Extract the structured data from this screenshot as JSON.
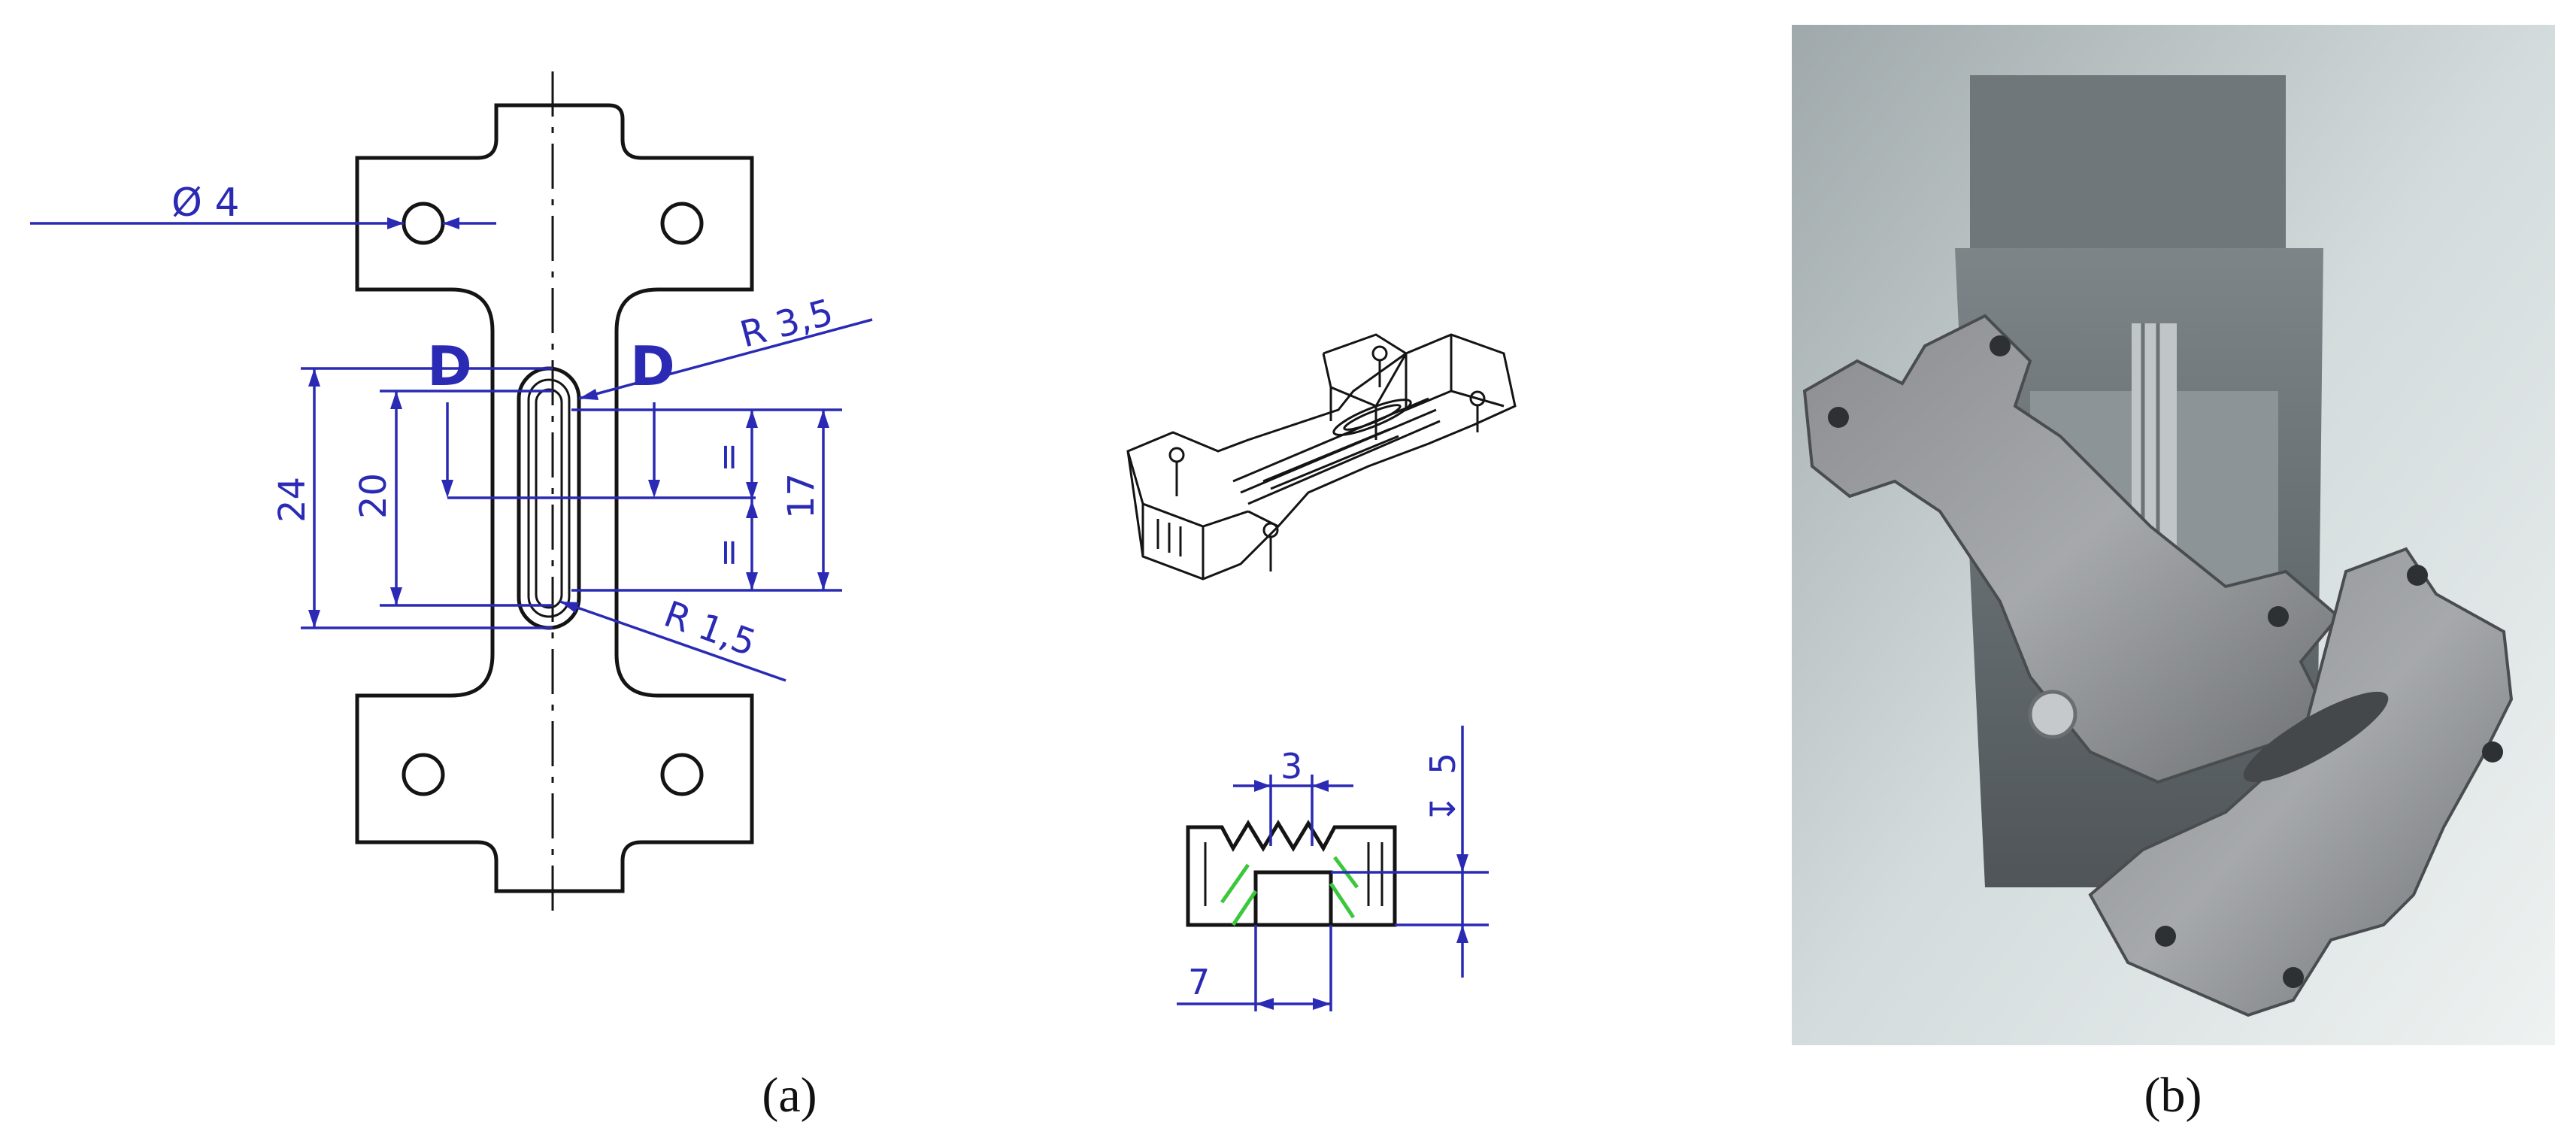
{
  "dimensions": {
    "hole_diameter": "Ø 4",
    "radius_large": "R 3,5",
    "radius_small": "R 1,5",
    "section_marker_left": "D",
    "section_marker_right": "D",
    "length_24": "24",
    "length_20": "20",
    "length_17": "17",
    "equal_top": "=",
    "equal_bottom": "=",
    "slot_width": "3",
    "depth_5": "5",
    "depth_symbol": "↧",
    "offset_7": "7"
  },
  "captions": {
    "a": "(a)",
    "b": "(b)"
  },
  "colors": {
    "dimension_blue": "#2a2ab5",
    "outline": "#141414",
    "hatch_green": "#3cc83c",
    "metal_dark": "#5a5d60",
    "metal_light": "#9a9ea2",
    "background_photo": "#c9d2d3"
  }
}
